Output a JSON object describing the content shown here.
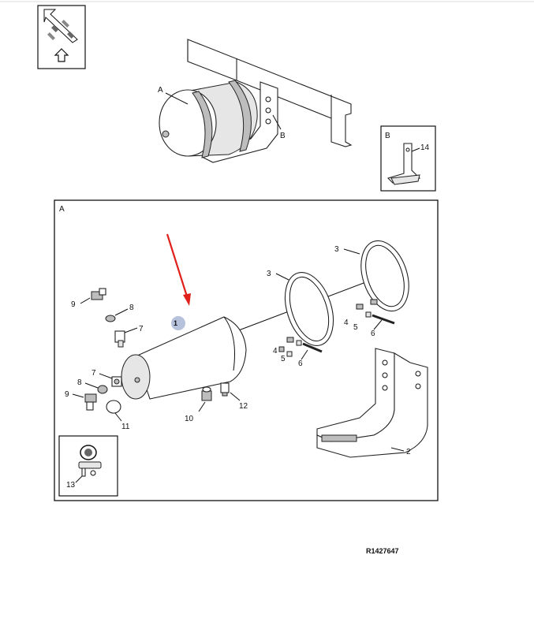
{
  "overview": {
    "callout_a": "A",
    "callout_b": "B"
  },
  "detail_b": {
    "frame_label": "B",
    "part_14": "14"
  },
  "detail_a": {
    "frame_label": "A",
    "callouts": {
      "tank": "1",
      "bracket": "2",
      "strap_rear": "3",
      "strap_front": "3",
      "nut_rear": "4",
      "washer_rear": "5",
      "bolt_rear": "6",
      "nut_front": "4",
      "washer_front": "5",
      "bolt_front": "6",
      "adapter_top": "7",
      "adapter_bottom": "7",
      "seal_top": "8",
      "seal_bottom": "8",
      "connector_top": "9",
      "connector_bottom": "9",
      "valve": "10",
      "plug": "11",
      "clip": "12",
      "kit": "13"
    }
  },
  "reference_code": "R1427647",
  "colors": {
    "arrow": "#e0201b",
    "highlight": "#a9b6d6"
  },
  "icons": {
    "orientation": "orientation-arrow-icon",
    "kit": "parts-kit-icon"
  }
}
